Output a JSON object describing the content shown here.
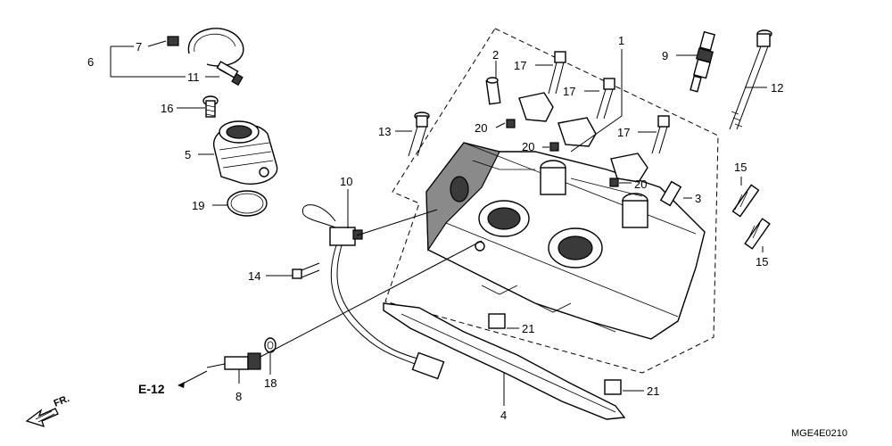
{
  "diagram": {
    "part_numbers": {
      "p1": "1",
      "p2": "2",
      "p3": "3",
      "p4": "4",
      "p5": "5",
      "p6": "6",
      "p7": "7",
      "p8": "8",
      "p9": "9",
      "p10": "10",
      "p11": "11",
      "p12": "12",
      "p13": "13",
      "p14": "14",
      "p15a": "15",
      "p15b": "15",
      "p16": "16",
      "p17a": "17",
      "p17b": "17",
      "p17c": "17",
      "p18": "18",
      "p19": "19",
      "p20a": "20",
      "p20b": "20",
      "p20c": "20",
      "p21a": "21",
      "p21b": "21"
    },
    "reference": "E-12",
    "front_marker": "FR.",
    "drawing_code": "MGE4E0210"
  }
}
